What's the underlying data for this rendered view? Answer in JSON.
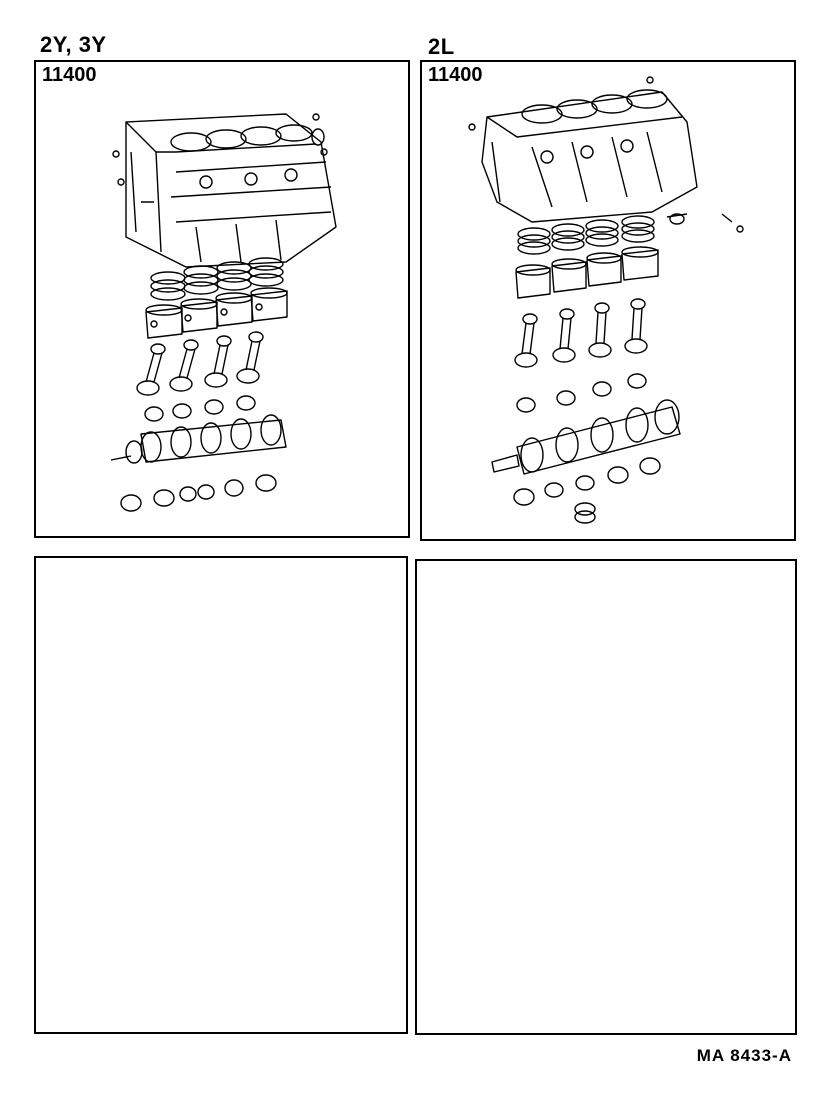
{
  "panels": [
    {
      "engine": "2Y, 3Y",
      "part_number": "11400"
    },
    {
      "engine": "2L",
      "part_number": "11400"
    },
    {
      "engine": "",
      "part_number": ""
    },
    {
      "engine": "",
      "part_number": ""
    }
  ],
  "reference_code": "MA  8433-A"
}
